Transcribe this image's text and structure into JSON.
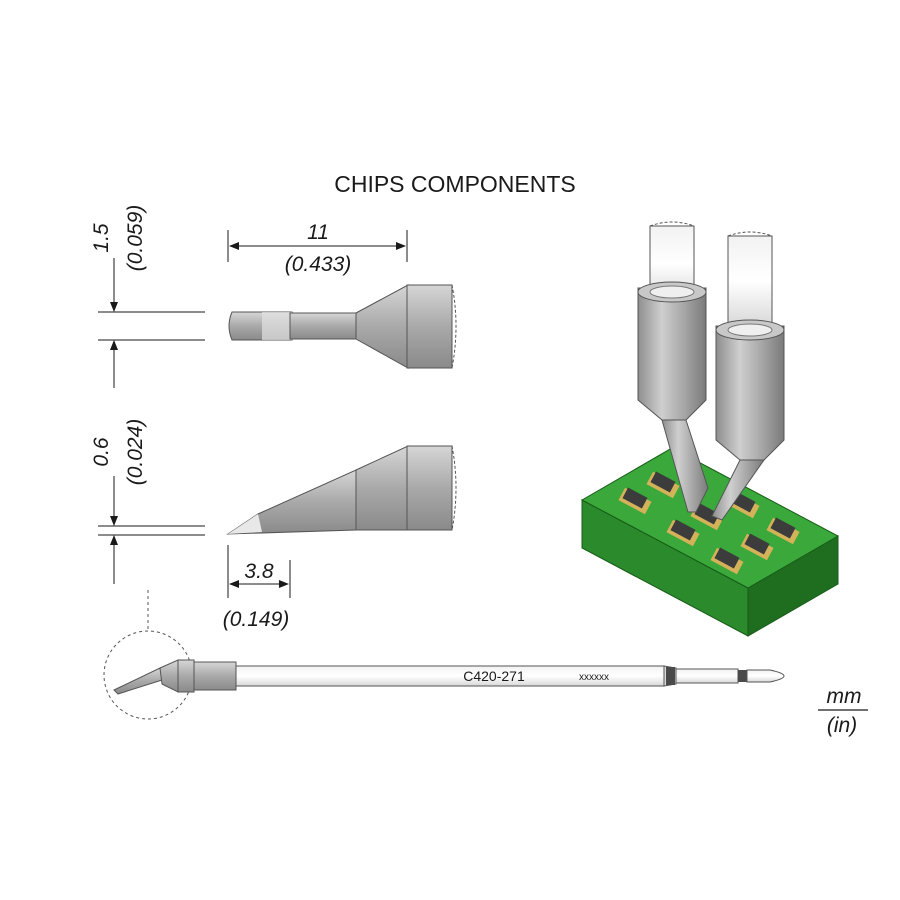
{
  "title": "CHIPS COMPONENTS",
  "dimensions": {
    "length_mm": "11",
    "length_in": "(0.433)",
    "width_top_mm": "1.5",
    "width_top_in": "(0.059)",
    "thickness_mm": "0.6",
    "thickness_in": "(0.024)",
    "bevel_mm": "3.8",
    "bevel_in": "(0.149)"
  },
  "part_number": "C420-271",
  "part_suffix": "xxxxxx",
  "units": {
    "primary": "mm",
    "secondary": "(in)"
  },
  "colors": {
    "pcb_green": "#2e8b2e",
    "pcb_top": "#3aa83a",
    "pad_gold": "#d4b25a",
    "steel": "#b9b9b9",
    "steel_dark": "#7d7d7d",
    "chip_dark": "#3c3c3c"
  }
}
